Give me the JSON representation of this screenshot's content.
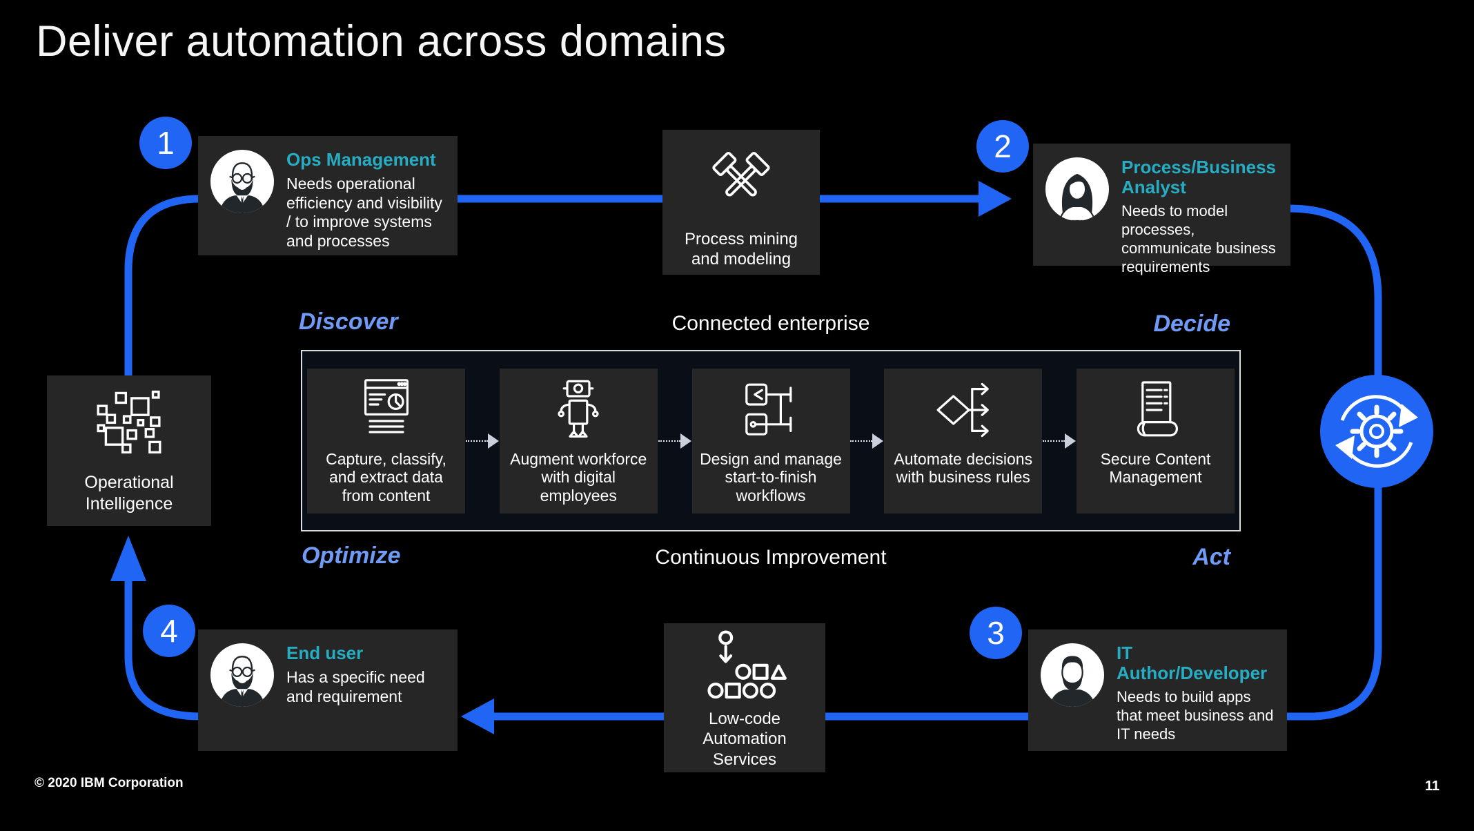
{
  "slide": {
    "title": "Deliver automation across domains",
    "footer_left": "© 2020 IBM Corporation",
    "page_number": "11"
  },
  "colors": {
    "accent_blue": "#2165f5",
    "label_blue": "#6f9bf7",
    "teal_heading": "#27adc3",
    "card_bg": "#262626",
    "band_bg": "#0a0e17",
    "connector_gray": "#c9cfdd"
  },
  "personas": [
    {
      "badge": "1",
      "name": "Ops Management",
      "description": "Needs operational efficiency and visibility / to improve systems and processes",
      "avatar": "bearded-man-glasses-avatar"
    },
    {
      "badge": "2",
      "name": "Process/Business Analyst",
      "description": "Needs to model processes, communicate business requirements",
      "avatar": "woman-avatar"
    },
    {
      "badge": "3",
      "name": "IT Author/Developer",
      "description": "Needs to build apps that meet business and IT needs",
      "avatar": "bearded-man-avatar"
    },
    {
      "badge": "4",
      "name": "End user",
      "description": "Has a specific need and requirement",
      "avatar": "bearded-man-glasses-avatar"
    }
  ],
  "nodes": {
    "process_mining": {
      "label": "Process mining and modeling",
      "icon": "crossed-hammers-icon"
    },
    "operational_intelligence": {
      "label": "Operational Intelligence",
      "icon": "scatter-squares-icon"
    },
    "low_code": {
      "label": "Low-code Automation Services",
      "icon": "shapes-flow-icon"
    },
    "sync_gear": {
      "icon": "gear-sync-icon"
    }
  },
  "band": {
    "top_left_label": "Discover",
    "top_center_label": "Connected enterprise",
    "top_right_label": "Decide",
    "bottom_left_label": "Optimize",
    "bottom_center_label": "Continuous Improvement",
    "bottom_right_label": "Act",
    "capabilities": [
      {
        "label": "Capture, classify, and extract data from content",
        "icon": "content-capture-icon"
      },
      {
        "label": "Augment workforce with digital employees",
        "icon": "robot-icon"
      },
      {
        "label": "Design and manage start-to-finish workflows",
        "icon": "workflow-icon"
      },
      {
        "label": "Automate decisions with business rules",
        "icon": "decision-branch-icon"
      },
      {
        "label": "Secure Content Management",
        "icon": "secure-document-icon"
      }
    ]
  }
}
